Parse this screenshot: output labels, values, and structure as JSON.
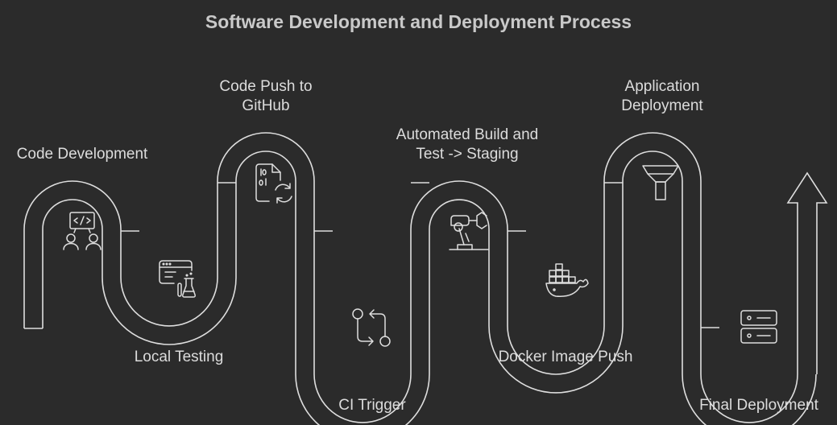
{
  "title": "Software Development and Deployment Process",
  "steps": [
    {
      "lines": [
        "Code Development"
      ],
      "icon": "developers-code-icon"
    },
    {
      "lines": [
        "Local Testing"
      ],
      "icon": "browser-test-flask-icon"
    },
    {
      "lines": [
        "Code Push to",
        "GitHub"
      ],
      "icon": "file-sync-icon"
    },
    {
      "lines": [
        "CI Trigger"
      ],
      "icon": "git-branch-icon"
    },
    {
      "lines": [
        "Automated Build and",
        "Test -> Staging"
      ],
      "icon": "robot-arm-icon"
    },
    {
      "lines": [
        "Docker Image Push"
      ],
      "icon": "docker-whale-icon"
    },
    {
      "lines": [
        "Application",
        "Deployment"
      ],
      "icon": "funnel-icon"
    },
    {
      "lines": [
        "Final Deployment"
      ],
      "icon": "server-icon"
    }
  ]
}
